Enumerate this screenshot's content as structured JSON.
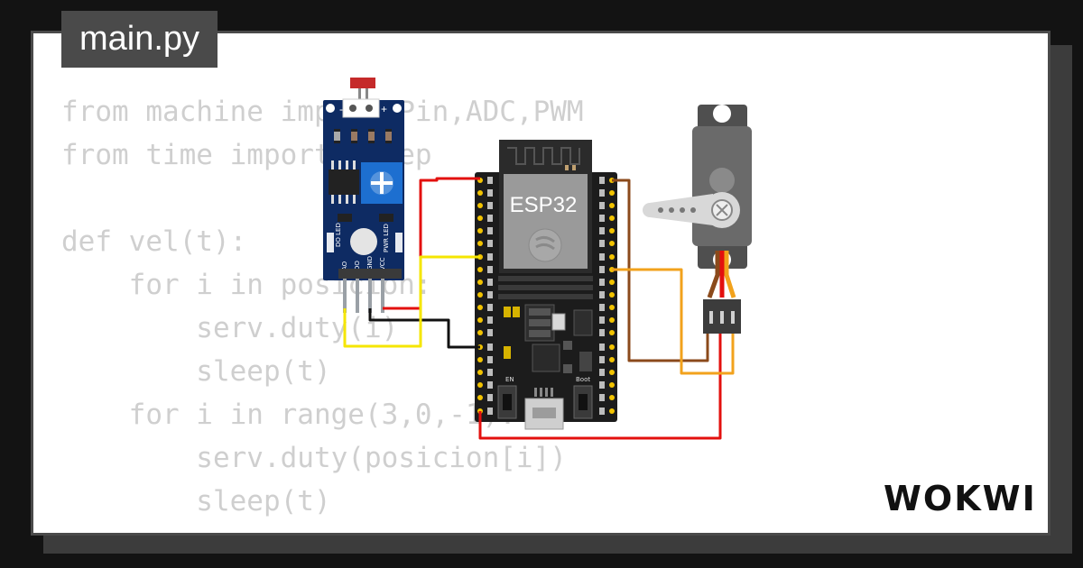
{
  "file_tab": {
    "label": "main.py"
  },
  "code_lines": [
    "from machine import Pin,ADC,PWM",
    "from time import sleep",
    "",
    "def vel(t):",
    "    for i in posicion:",
    "        serv.duty(i)",
    "        sleep(t)",
    "    for i in range(3,0,-1):",
    "        serv.duty(posicion[i])",
    "        sleep(t)"
  ],
  "board": {
    "label": "ESP32"
  },
  "sensor": {
    "pins": [
      "AO",
      "DO",
      "GND",
      "VCC"
    ],
    "led_labels": [
      "DO LED",
      "PWR LED"
    ],
    "header_marks": [
      "-",
      "+"
    ]
  },
  "buttons": {
    "en": "EN",
    "boot": "Boot"
  },
  "brand": {
    "name": "WOKWI"
  },
  "wire_colors": {
    "red": "#e3100e",
    "black": "#111111",
    "yellow": "#f5e600",
    "orange": "#f2a21c",
    "brown": "#8b4a1b"
  }
}
